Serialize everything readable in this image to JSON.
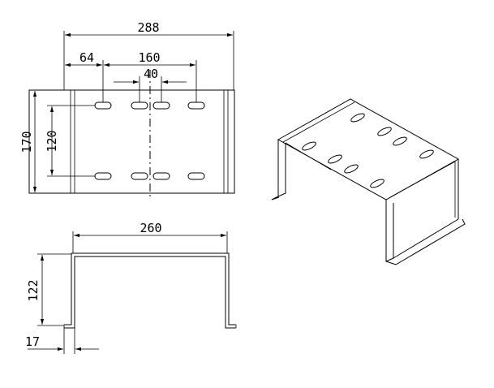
{
  "dimensions": {
    "total_width": "288",
    "edge_to_first_slot": "64",
    "slot_span": "160",
    "inner_slot_gap": "40",
    "plate_height": "170",
    "slot_row_gap": "120",
    "front_width": "260",
    "front_height": "122",
    "foot_length": "17"
  }
}
